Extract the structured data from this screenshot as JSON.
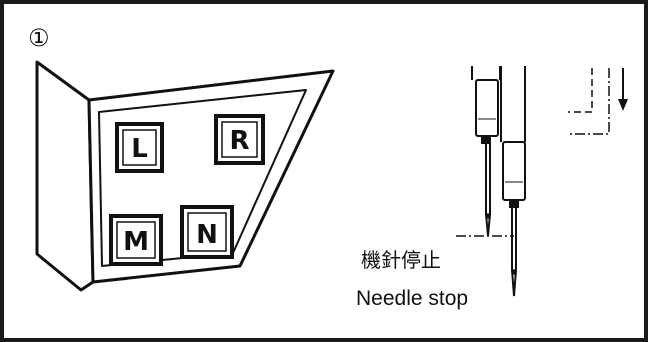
{
  "figure_number": "①",
  "panel": {
    "keys": [
      {
        "name": "key-l",
        "label": "L"
      },
      {
        "name": "key-r",
        "label": "R"
      },
      {
        "name": "key-m",
        "label": "M"
      },
      {
        "name": "key-n",
        "label": "N"
      }
    ]
  },
  "caption": {
    "chinese": "機針停止",
    "english": "Needle stop"
  },
  "colors": {
    "ink": "#111111",
    "frame": "#1a1a1a",
    "background": "#ffffff"
  },
  "icons": {
    "direction": "arrow-down-icon"
  }
}
